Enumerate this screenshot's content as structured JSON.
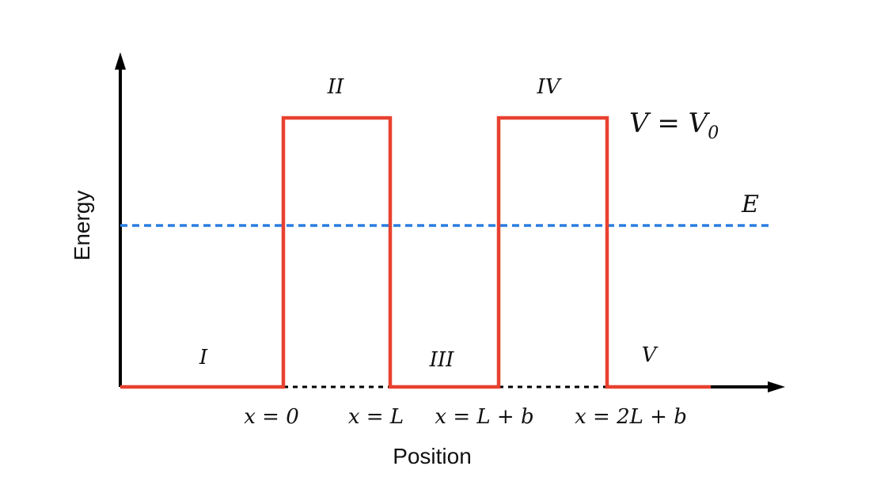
{
  "axes": {
    "y_title": "Energy",
    "x_title": "Position"
  },
  "regions": [
    {
      "id": "region-1",
      "label": "I"
    },
    {
      "id": "region-2",
      "label": "II"
    },
    {
      "id": "region-3",
      "label": "III"
    },
    {
      "id": "region-4",
      "label": "IV"
    },
    {
      "id": "region-5",
      "label": "V"
    }
  ],
  "boundaries": [
    {
      "label": "x = 0"
    },
    {
      "label": "x = L"
    },
    {
      "label": "x = L + b"
    },
    {
      "label": "x = 2L + b"
    }
  ],
  "potential_label": {
    "prefix": "V = V",
    "subscript": "0"
  },
  "energy_label": "E",
  "colors": {
    "potential": "#e8412f",
    "energy": "#2a7de1",
    "axis": "#000000",
    "baseline_dashed": "#000000"
  }
}
